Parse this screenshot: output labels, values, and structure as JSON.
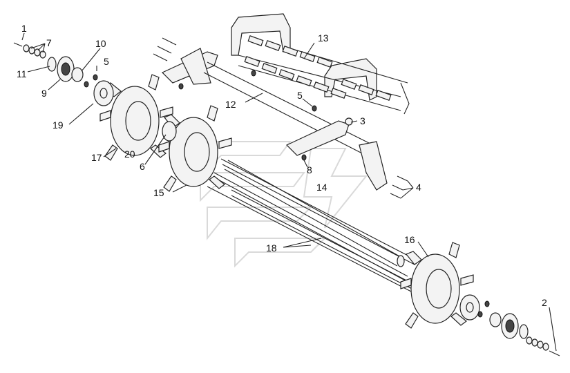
{
  "diagram": {
    "callouts": [
      {
        "id": "c1",
        "label": "1"
      },
      {
        "id": "c2",
        "label": "2"
      },
      {
        "id": "c3",
        "label": "3"
      },
      {
        "id": "c4",
        "label": "4"
      },
      {
        "id": "c5a",
        "label": "5"
      },
      {
        "id": "c5b",
        "label": "5"
      },
      {
        "id": "c6",
        "label": "6"
      },
      {
        "id": "c7",
        "label": "7"
      },
      {
        "id": "c8",
        "label": "8"
      },
      {
        "id": "c9",
        "label": "9"
      },
      {
        "id": "c10",
        "label": "10"
      },
      {
        "id": "c11",
        "label": "11"
      },
      {
        "id": "c12",
        "label": "12"
      },
      {
        "id": "c13",
        "label": "13"
      },
      {
        "id": "c14",
        "label": "14"
      },
      {
        "id": "c15",
        "label": "15"
      },
      {
        "id": "c16",
        "label": "16"
      },
      {
        "id": "c17",
        "label": "17"
      },
      {
        "id": "c18",
        "label": "18"
      },
      {
        "id": "c19",
        "label": "19"
      },
      {
        "id": "c20",
        "label": "20"
      }
    ]
  }
}
